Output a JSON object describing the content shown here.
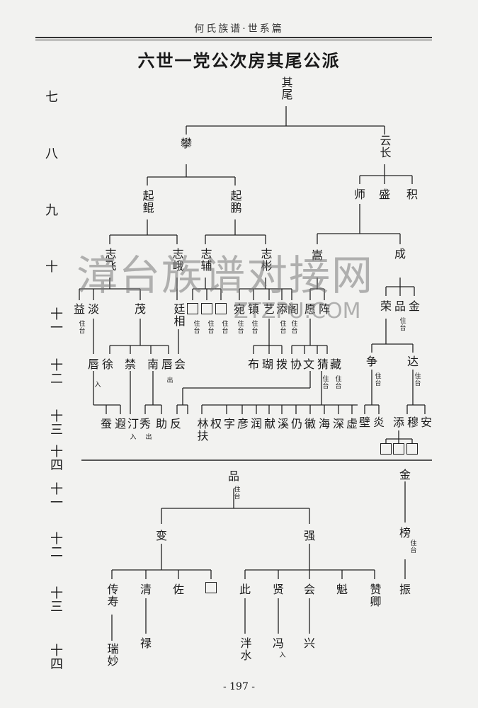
{
  "header": {
    "text": "何氏族谱·世系篇"
  },
  "title": "六世一党公次房其尾公派",
  "generations": {
    "g7": "七",
    "g8": "八",
    "g9": "九",
    "g10": "十",
    "g11": "十一",
    "g12": "十二",
    "g13": "十三",
    "g14": "十四",
    "g11b": "十一",
    "g12b": "十二",
    "g13b": "十三",
    "g14b": "十四"
  },
  "names": {
    "root": "其尾",
    "pan": "攀",
    "yunchang": "云长",
    "qikun": "起鲲",
    "qipeng": "起鹏",
    "shi": "师",
    "sheng": "盛",
    "ji": "积",
    "zhifei": "志飞",
    "zhie": "志峨",
    "zhifu": "志辅",
    "zhibin": "志彬",
    "song": "嵩",
    "cheng": "成",
    "yi": "益",
    "tan": "淡",
    "mao": "茂",
    "tingxiang": "廷相",
    "wan": "宛",
    "zhen": "镇",
    "yi2": "艺",
    "tian": "添",
    "ge": "阁",
    "yuan": "愿",
    "zhen2": "阵",
    "rong": "荣",
    "pin": "品",
    "jin": "金",
    "chun": "唇",
    "xu": "徐",
    "jin2": "禁",
    "nan": "南",
    "chun2": "唇",
    "hui": "会",
    "bu": "布",
    "hu": "瑚",
    "ba": "拨",
    "xie": "协",
    "wen": "文",
    "cai": "猜",
    "cang": "藏",
    "zheng": "争",
    "da": "达",
    "can": "蚕",
    "xia": "遐",
    "ting": "汀",
    "xiu": "秀",
    "zhu": "助",
    "fan": "反",
    "linfu": "林扶",
    "quan": "权",
    "zi": "字",
    "yan": "彦",
    "run": "润",
    "xian": "献",
    "xi": "溪",
    "reng": "仍",
    "hui2": "徽",
    "hai": "海",
    "shen": "深",
    "xu2": "虚",
    "bi": "壁",
    "yan2": "炎",
    "tian2": "添",
    "mu": "穆",
    "an": "安",
    "pin2": "品",
    "jin3": "金",
    "bian": "变",
    "qiang": "强",
    "bang": "榜",
    "chuanshou": "传寿",
    "qing": "清",
    "zuo": "佐",
    "ci": "此",
    "xian2": "贤",
    "hui3": "会",
    "kui": "魁",
    "zanqing": "赞卿",
    "zhen3": "振",
    "ruimiao": "瑞妙",
    "lu": "禄",
    "panshui": "泮水",
    "feng": "冯",
    "xing": "兴"
  },
  "notes": {
    "zhutai": "住台",
    "ru": "入",
    "chu": "出"
  },
  "watermark": {
    "line1": "漳台族谱对接网",
    "line2": "ZTZPU.COM"
  },
  "page_number": "- 197 -"
}
